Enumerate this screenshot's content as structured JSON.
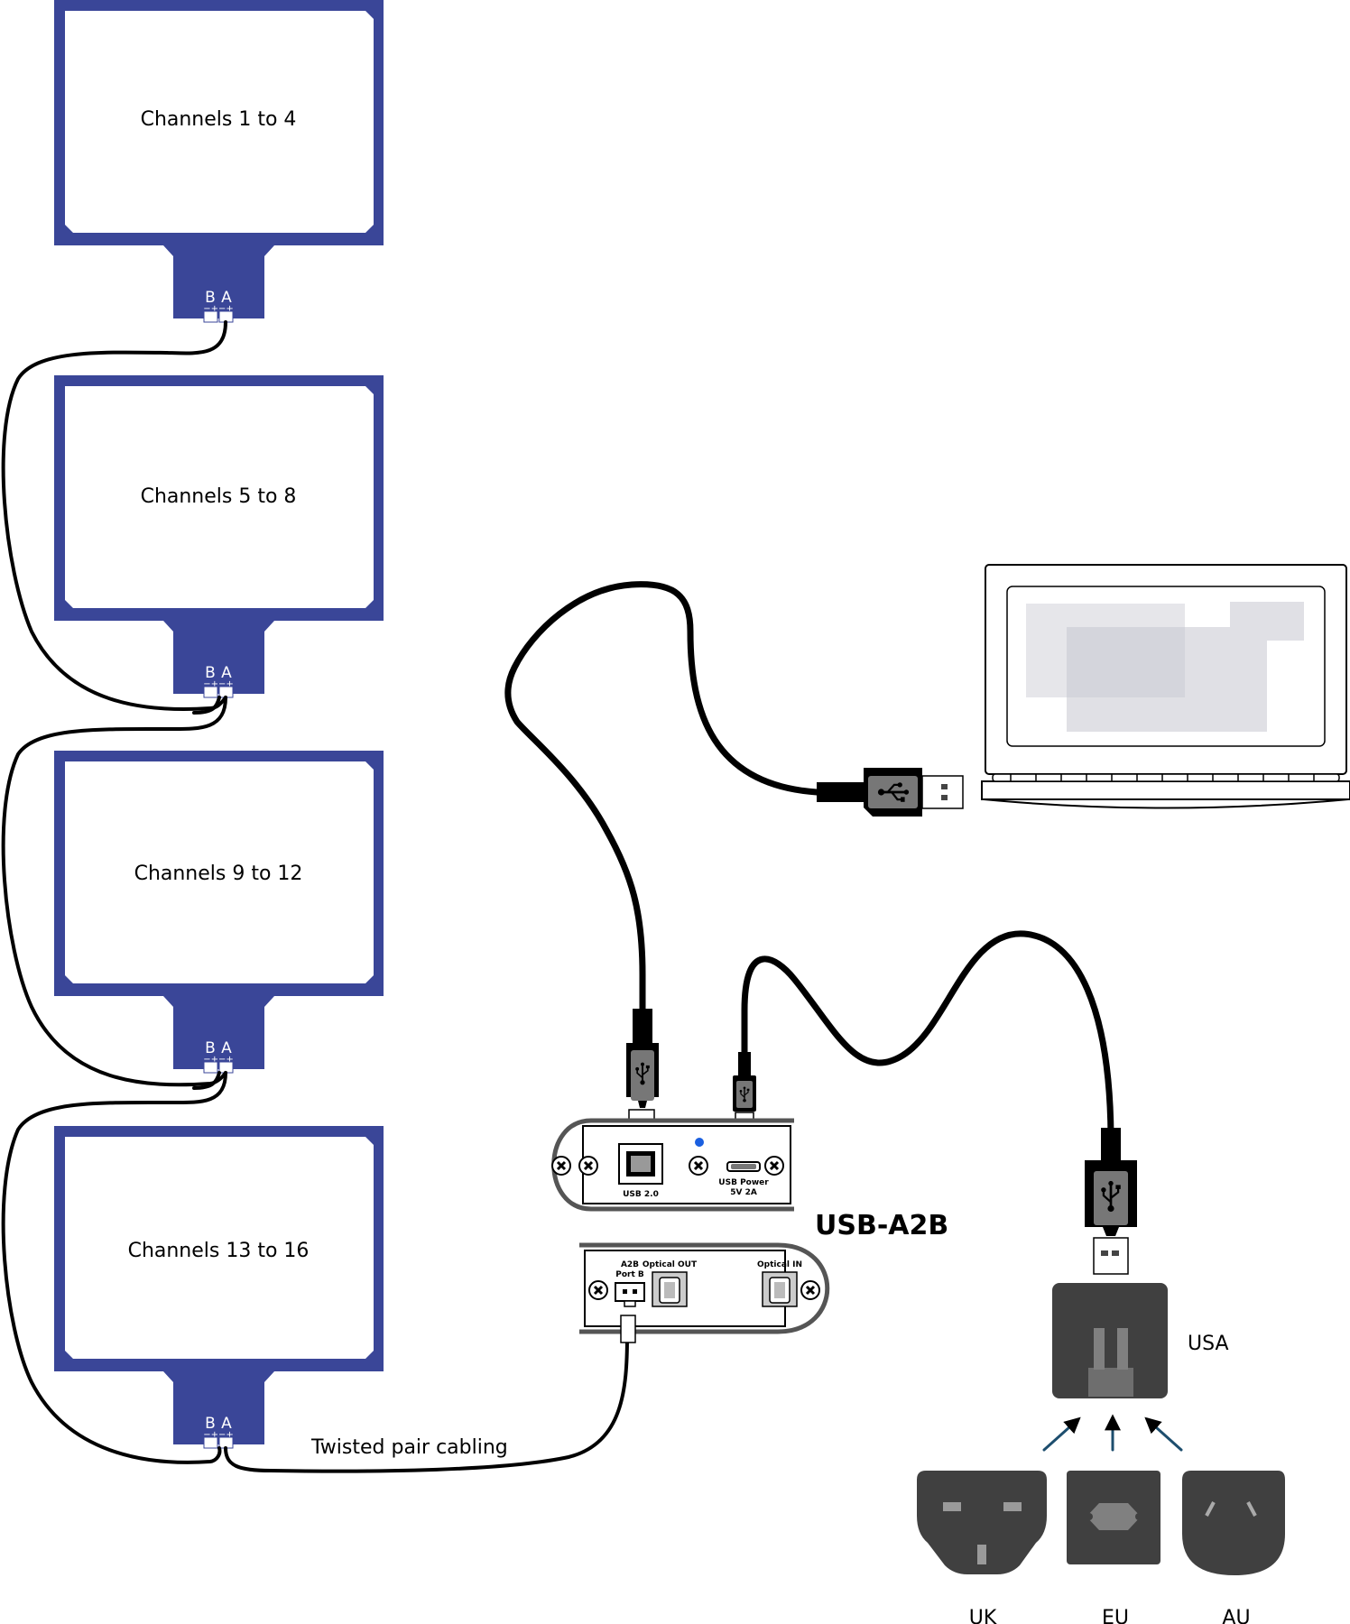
{
  "boards": [
    {
      "label": "Channels 1 to 4"
    },
    {
      "label": "Channels 5 to 8"
    },
    {
      "label": "Channels 9 to 12"
    },
    {
      "label": "Channels 13 to 16"
    }
  ],
  "connector": {
    "b": "B",
    "a": "A",
    "polarity": "−+−+"
  },
  "cable_label": "Twisted pair cabling",
  "device": {
    "name": "USB-A2B",
    "front": {
      "usb": "USB 2.0",
      "power_line1": "USB Power",
      "power_line2": "5V 2A"
    },
    "back": {
      "a2b_line1": "A2B",
      "a2b_line2": "Port B",
      "optical_out": "Optical OUT",
      "optical_in": "Optical IN"
    }
  },
  "power": {
    "usa": "USA",
    "uk": "UK",
    "eu": "EU",
    "au": "AU"
  },
  "colors": {
    "board": "#3a4698",
    "cable": "#000000",
    "plug_dark": "#404040",
    "led": "#1a5fe0",
    "arrow": "#1d4e6e"
  },
  "icons": [
    "usb-icon",
    "laptop-icon",
    "power-adapter-icon",
    "arrow-icon",
    "screw-icon"
  ]
}
